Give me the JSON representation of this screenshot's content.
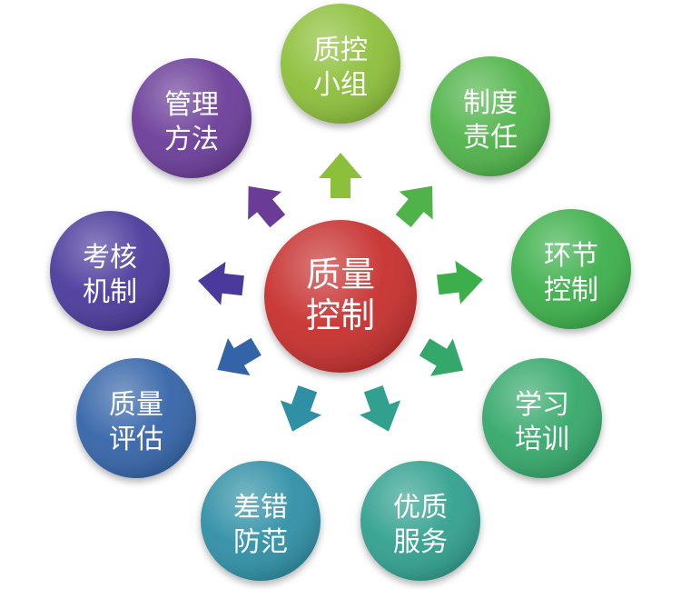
{
  "center": {
    "line1": "质量",
    "line2": "控制",
    "color": "#c62f2d"
  },
  "satellites": [
    {
      "line1": "质控",
      "line2": "小组",
      "color": "#8cbf3a"
    },
    {
      "line1": "制度",
      "line2": "责任",
      "color": "#4fb349"
    },
    {
      "line1": "环节",
      "line2": "控制",
      "color": "#3caf4a"
    },
    {
      "line1": "学习",
      "line2": "培训",
      "color": "#34a86a"
    },
    {
      "line1": "优质",
      "line2": "服务",
      "color": "#31a08f"
    },
    {
      "line1": "差错",
      "line2": "防范",
      "color": "#2f8fa5"
    },
    {
      "line1": "质量",
      "line2": "评估",
      "color": "#3464a8"
    },
    {
      "line1": "考核",
      "line2": "机制",
      "color": "#4b3a9b"
    },
    {
      "line1": "管理",
      "line2": "方法",
      "color": "#6a3c98"
    }
  ]
}
